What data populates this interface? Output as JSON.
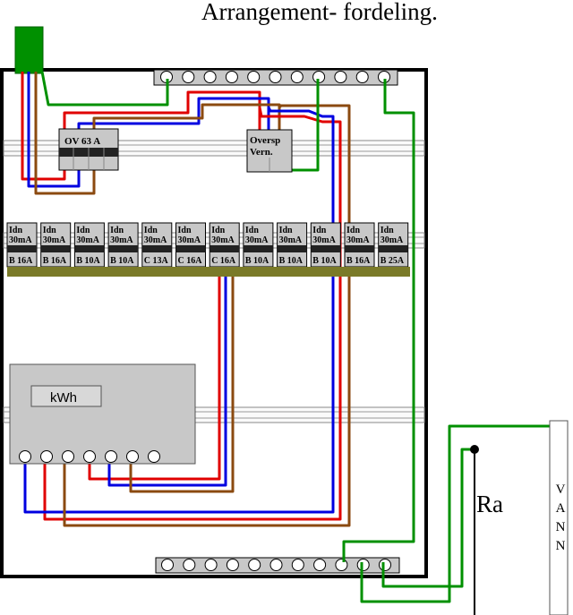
{
  "title": "Arrangement- fordeling.",
  "main_switch": {
    "label": "OV 63 A"
  },
  "surge_protector": {
    "line1": "Oversp",
    "line2": "Vern."
  },
  "breakers": [
    {
      "top": "Idn",
      "mid": "30mA",
      "rating": "B 16A"
    },
    {
      "top": "Idn",
      "mid": "30mA",
      "rating": "B 16A"
    },
    {
      "top": "Idn",
      "mid": "30mA",
      "rating": "B 10A"
    },
    {
      "top": "Idn",
      "mid": "30mA",
      "rating": "B 10A"
    },
    {
      "top": "Idn",
      "mid": "30mA",
      "rating": "C 13A"
    },
    {
      "top": "Idn",
      "mid": "30mA",
      "rating": "C 16A"
    },
    {
      "top": "Idn",
      "mid": "30mA",
      "rating": "C 16A"
    },
    {
      "top": "Idn",
      "mid": "30mA",
      "rating": "B 10A"
    },
    {
      "top": "Idn",
      "mid": "30mA",
      "rating": "B 10A"
    },
    {
      "top": "Idn",
      "mid": "30mA",
      "rating": "B 10A"
    },
    {
      "top": "Idn",
      "mid": "30mA",
      "rating": "B 16A"
    },
    {
      "top": "Idn",
      "mid": "30mA",
      "rating": "B 25A"
    }
  ],
  "meter": {
    "label": "kWh"
  },
  "earth_electrode": {
    "label": "Ra"
  },
  "water_pipe": {
    "letters": [
      "V",
      "A",
      "N",
      "N"
    ]
  },
  "colors": {
    "phase_red": "#e00000",
    "phase_blue": "#0000e0",
    "phase_brown": "#8b4a10",
    "earth_green": "#009000",
    "device_gray": "#c8c8c8",
    "busbar": "#7a7a28"
  }
}
